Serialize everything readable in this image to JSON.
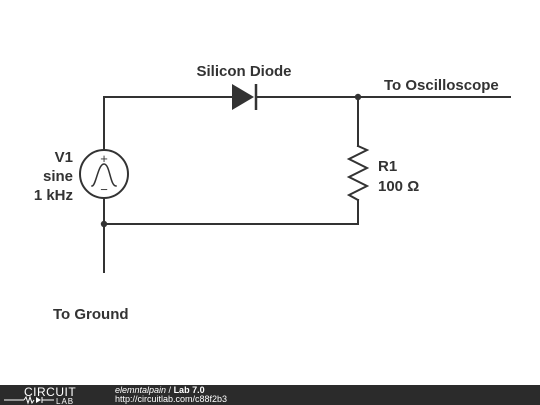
{
  "circuit": {
    "diode_label": "Silicon Diode",
    "output_label": "To Oscilloscope",
    "source": {
      "name": "V1",
      "type": "sine",
      "frequency": "1 kHz",
      "plus": "+",
      "minus": "−"
    },
    "resistor": {
      "name": "R1",
      "value": "100 Ω"
    },
    "ground_label": "To Ground"
  },
  "footer": {
    "logo_top": "CIRCUIT",
    "logo_bottom": "LAB",
    "author": "elemntalpain",
    "separator": " / ",
    "title": "Lab 7.0",
    "url": "http://circuitlab.com/c88f2b3"
  },
  "colors": {
    "wire": "#333333",
    "footer_bg": "#2b2b2b",
    "footer_text": "#ffffff"
  }
}
